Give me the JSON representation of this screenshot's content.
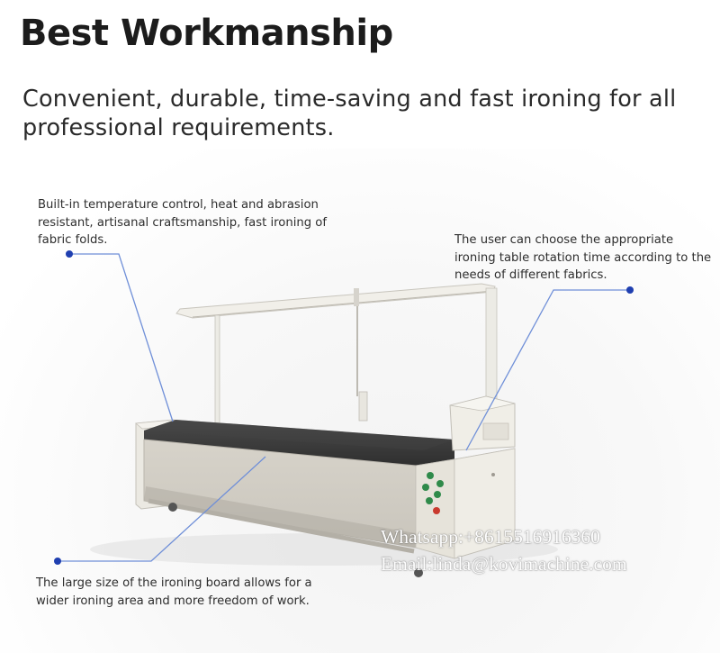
{
  "header": {
    "title": "Best Workmanship",
    "subtitle": "Convenient, durable, time-saving and fast ironing for all professional requirements."
  },
  "callouts": {
    "top_left": "Built-in temperature control, heat and abrasion resistant, artisanal craftsmanship, fast ironing of fabric folds.",
    "top_right": "The user can choose the appropriate ironing table rotation time according to the needs of different fabrics.",
    "bottom_left": "The large size of the ironing board allows for a wider ironing area and more freedom of work."
  },
  "watermark": {
    "whatsapp": "Whatsapp:+8615516916360",
    "email": "Email:linda@kovimachine.com"
  },
  "colors": {
    "accent_blue": "#1f3fb0",
    "leader_line": "#6f8fd8",
    "machine_body": "#e9e6dc",
    "belt": "#3c3c3c",
    "button_green": "#2f8a4a"
  }
}
